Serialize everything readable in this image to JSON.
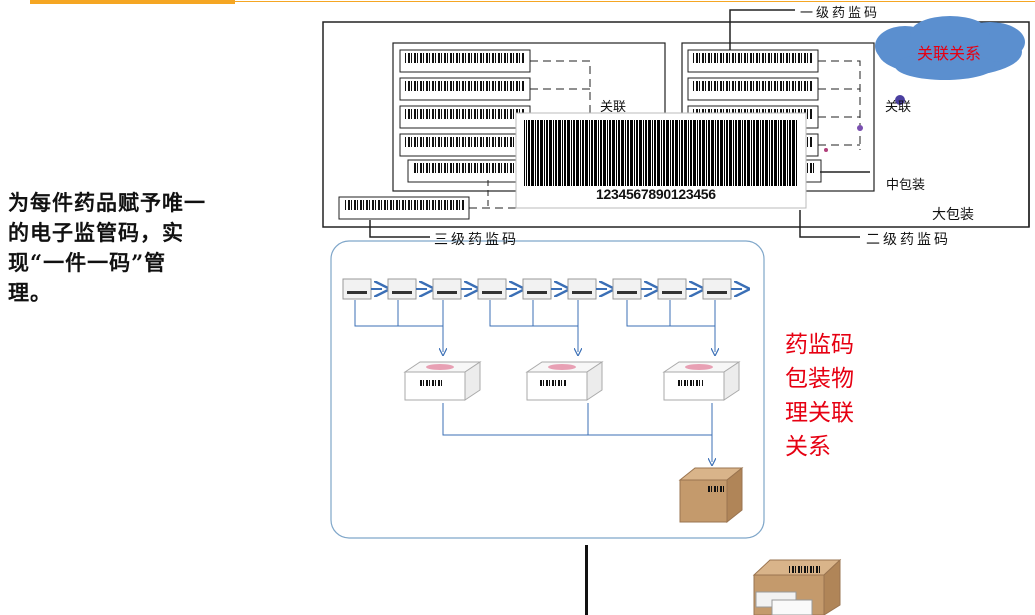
{
  "left_caption": "为每件药品赋予唯一的电子监管码，实现“一件一码”管理。",
  "right_caption": "药监码\n包装物\n理关联\n关系",
  "top_diagram": {
    "level1_label": "一级药监码",
    "level2_label": "二级药监码",
    "level3_label": "三级药监码",
    "link_label_left": "关联",
    "link_label_right": "关联",
    "medium_pack_label": "中包装",
    "large_pack_label": "大包装",
    "cloud_label": "关联关系",
    "big_barcode_number": "1234567890123456"
  },
  "colors": {
    "header_accent": "#f5a623",
    "cloud_fill": "#5b8fcf",
    "cloud_text": "#e60012",
    "caption_red": "#e60012",
    "panel_border": "#7fa6c9",
    "arrow_blue": "#3b6fb6",
    "box_pink": "#e8a0b4",
    "carton_brown": "#c49a6c"
  }
}
